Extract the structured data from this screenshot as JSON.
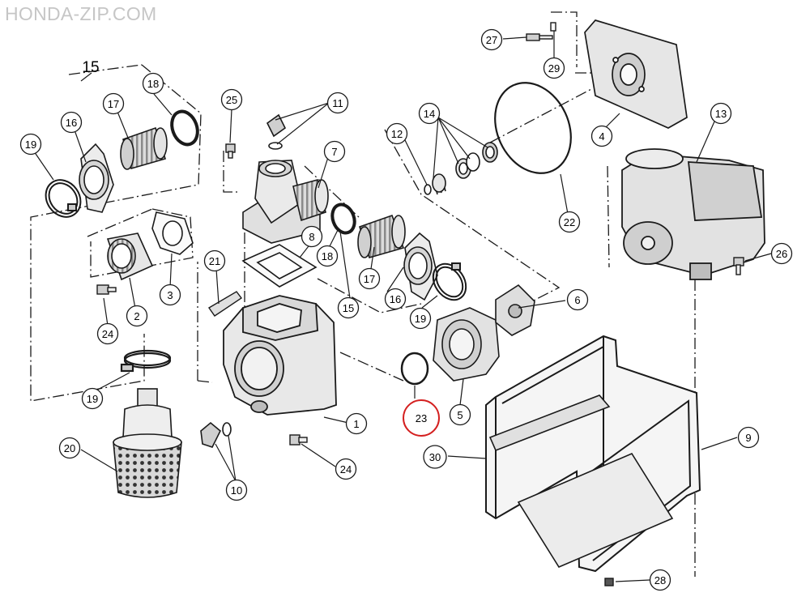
{
  "watermark": "HONDA-ZIP.COM",
  "colors": {
    "line": "#1a1a1a",
    "highlight": "#d42020",
    "part_fill": "#e4e4e4",
    "part_shade": "#bdbdbd"
  },
  "highlighted_callout": "23",
  "callouts": {
    "c1": "1",
    "c2": "2",
    "c3": "3",
    "c4": "4",
    "c5": "5",
    "c6": "6",
    "c7": "7",
    "c8": "8",
    "c9": "9",
    "c10": "10",
    "c11": "11",
    "c12": "12",
    "c13": "13",
    "c14": "14",
    "c15a": "15",
    "c15b": "15",
    "c16a": "16",
    "c16b": "16",
    "c17a": "17",
    "c17b": "17",
    "c18a": "18",
    "c18b": "18",
    "c19a": "19",
    "c19b": "19",
    "c19c": "19",
    "c20": "20",
    "c21": "21",
    "c22": "22",
    "c23": "23",
    "c24a": "24",
    "c24b": "24",
    "c25": "25",
    "c26": "26",
    "c27": "27",
    "c28": "28",
    "c29": "29",
    "c30": "30"
  }
}
